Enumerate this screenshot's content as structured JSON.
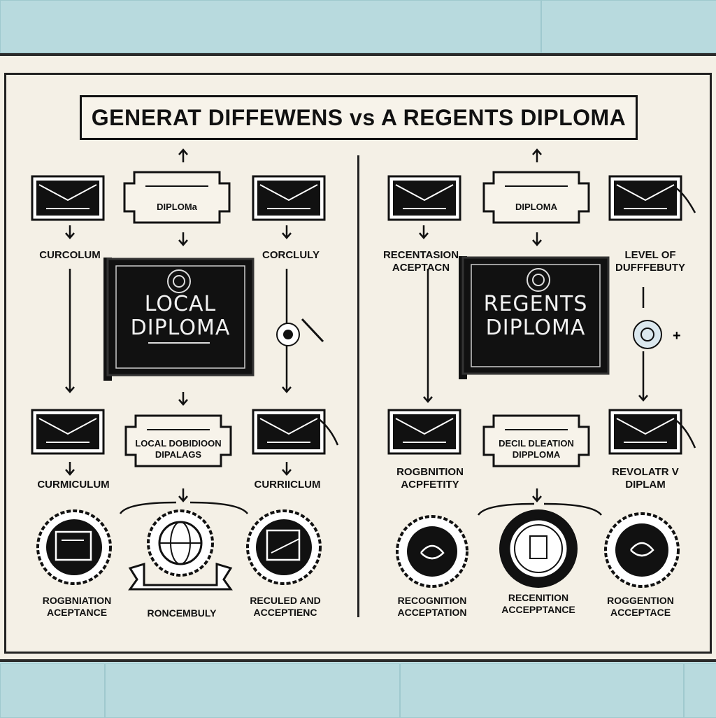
{
  "title": "GENERAT DIFFEWENS vs A REGENTS DIPLOMA",
  "left": {
    "top_banner": "DIPLOMa",
    "left_label": "CURCOLUM",
    "right_label": "CORCLULY",
    "diploma": "LOCAL\nDIPLOMA",
    "mid_banner": "LOCAL DOBIDIOON\nDIPALAGS",
    "mid_left_label": "CURMICULUM",
    "mid_right_label": "CURRIICLUM",
    "bottom_left": "ROGBNIATION\nACEPTANCE",
    "bottom_mid": "RONCEMBULY",
    "bottom_right": "RECULED AND\nACCEPTIENC"
  },
  "right": {
    "top_banner": "DIPLOMA",
    "left_label": "RECENTASION\nACEPTACN",
    "right_label": "LEVEL OF\nDUFFFEBUTY",
    "diploma": "REGENTS\nDIPLOMA",
    "mid_banner": "DECIL DLEATION\nDIPPLOMA",
    "mid_left_label": "ROGBNITION\nACPFETITY",
    "mid_right_label": "REVOLATR V\nDIPLAM",
    "bottom_left": "RECOGNITION\nACCEPTATION",
    "bottom_mid": "RECENITION\nACCEPPTANCE",
    "bottom_right": "ROGGENTION\nACCEPTACE"
  },
  "colors": {
    "board": "#f4f0e6",
    "ink": "#111111",
    "wall": "#bfdfe3",
    "card": "#111111"
  }
}
